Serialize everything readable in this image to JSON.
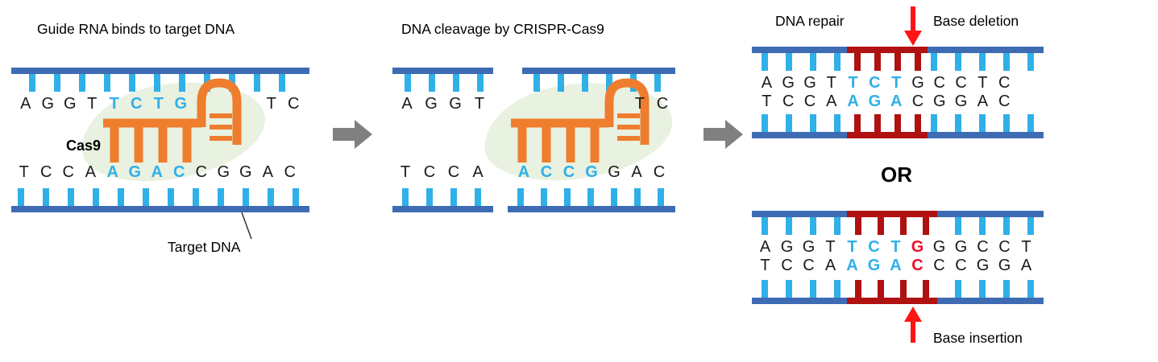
{
  "colors": {
    "backbone": "#3d6cb4",
    "tooth": "#2fb0e8",
    "rna": "#ee7d2e",
    "cas9_blob": "#e9f1e0",
    "repair": "#b01111",
    "insert": "#e8112d",
    "flow_arrow": "#808080",
    "arrow_red": "#ff1414"
  },
  "panel1": {
    "title": "Guide RNA binds to target DNA",
    "cas9_label": "Cas9",
    "target_dna_label": "Target DNA",
    "top_seq": [
      {
        "c": "A"
      },
      {
        "c": "G"
      },
      {
        "c": "G"
      },
      {
        "c": "T"
      },
      {
        "c": "T",
        "cl": "cyan"
      },
      {
        "c": "C",
        "cl": "cyan"
      },
      {
        "c": "T",
        "cl": "cyan"
      },
      {
        "c": "G",
        "cl": "cyan"
      },
      {
        "gap": 85
      },
      {
        "c": "T"
      },
      {
        "c": "C"
      }
    ],
    "bottom_seq": [
      {
        "c": "T"
      },
      {
        "c": "C"
      },
      {
        "c": "C"
      },
      {
        "c": "A"
      },
      {
        "c": "A",
        "cl": "cyan"
      },
      {
        "c": "G",
        "cl": "cyan"
      },
      {
        "c": "A",
        "cl": "cyan"
      },
      {
        "c": "C",
        "cl": "cyan"
      },
      {
        "c": "C"
      },
      {
        "c": "G"
      },
      {
        "c": "G"
      },
      {
        "c": "A"
      },
      {
        "c": "C"
      }
    ]
  },
  "panel2": {
    "title": "DNA cleavage by CRISPR-Cas9",
    "top_left_seq": [
      {
        "c": "A"
      },
      {
        "c": "G"
      },
      {
        "c": "G"
      },
      {
        "c": "T"
      }
    ],
    "top_right_seq": [
      {
        "c": "T"
      },
      {
        "c": "C"
      }
    ],
    "bottom_left_seq": [
      {
        "c": "T"
      },
      {
        "c": "C"
      },
      {
        "c": "C"
      },
      {
        "c": "A"
      }
    ],
    "bottom_right_seq": [
      {
        "c": "A",
        "cl": "cyan"
      },
      {
        "c": "C",
        "cl": "cyan"
      },
      {
        "c": "C",
        "cl": "cyan"
      },
      {
        "c": "G",
        "cl": "cyan"
      },
      {
        "c": "G"
      },
      {
        "c": "A"
      },
      {
        "c": "C"
      }
    ]
  },
  "panel3": {
    "repair_label": "DNA repair",
    "deletion_label": "Base deletion",
    "or_label": "OR",
    "insertion_label": "Base insertion",
    "deletion_top_seq": [
      {
        "c": "A"
      },
      {
        "c": "G"
      },
      {
        "c": "G"
      },
      {
        "c": "T"
      },
      {
        "c": "T",
        "cl": "cyan"
      },
      {
        "c": "C",
        "cl": "cyan"
      },
      {
        "c": "T",
        "cl": "cyan"
      },
      {
        "c": "G"
      },
      {
        "c": "C"
      },
      {
        "c": "C"
      },
      {
        "c": "T"
      },
      {
        "c": "C"
      }
    ],
    "deletion_bottom_seq": [
      {
        "c": "T"
      },
      {
        "c": "C"
      },
      {
        "c": "C"
      },
      {
        "c": "A"
      },
      {
        "c": "A",
        "cl": "cyan"
      },
      {
        "c": "G",
        "cl": "cyan"
      },
      {
        "c": "A",
        "cl": "cyan"
      },
      {
        "c": "C"
      },
      {
        "c": "G"
      },
      {
        "c": "G"
      },
      {
        "c": "A"
      },
      {
        "c": "C"
      }
    ],
    "insertion_top_seq": [
      {
        "c": "A"
      },
      {
        "c": "G"
      },
      {
        "c": "G"
      },
      {
        "c": "T"
      },
      {
        "c": "T",
        "cl": "cyan"
      },
      {
        "c": "C",
        "cl": "cyan"
      },
      {
        "c": "T",
        "cl": "cyan"
      },
      {
        "c": "G",
        "cl": "red"
      },
      {
        "c": "G"
      },
      {
        "c": "G"
      },
      {
        "c": "C"
      },
      {
        "c": "C"
      },
      {
        "c": "T"
      }
    ],
    "insertion_bottom_seq": [
      {
        "c": "T"
      },
      {
        "c": "C"
      },
      {
        "c": "C"
      },
      {
        "c": "A"
      },
      {
        "c": "A",
        "cl": "cyan"
      },
      {
        "c": "G",
        "cl": "cyan"
      },
      {
        "c": "A",
        "cl": "cyan"
      },
      {
        "c": "C",
        "cl": "red"
      },
      {
        "c": "C"
      },
      {
        "c": "C"
      },
      {
        "c": "G"
      },
      {
        "c": "G"
      },
      {
        "c": "A"
      }
    ]
  }
}
